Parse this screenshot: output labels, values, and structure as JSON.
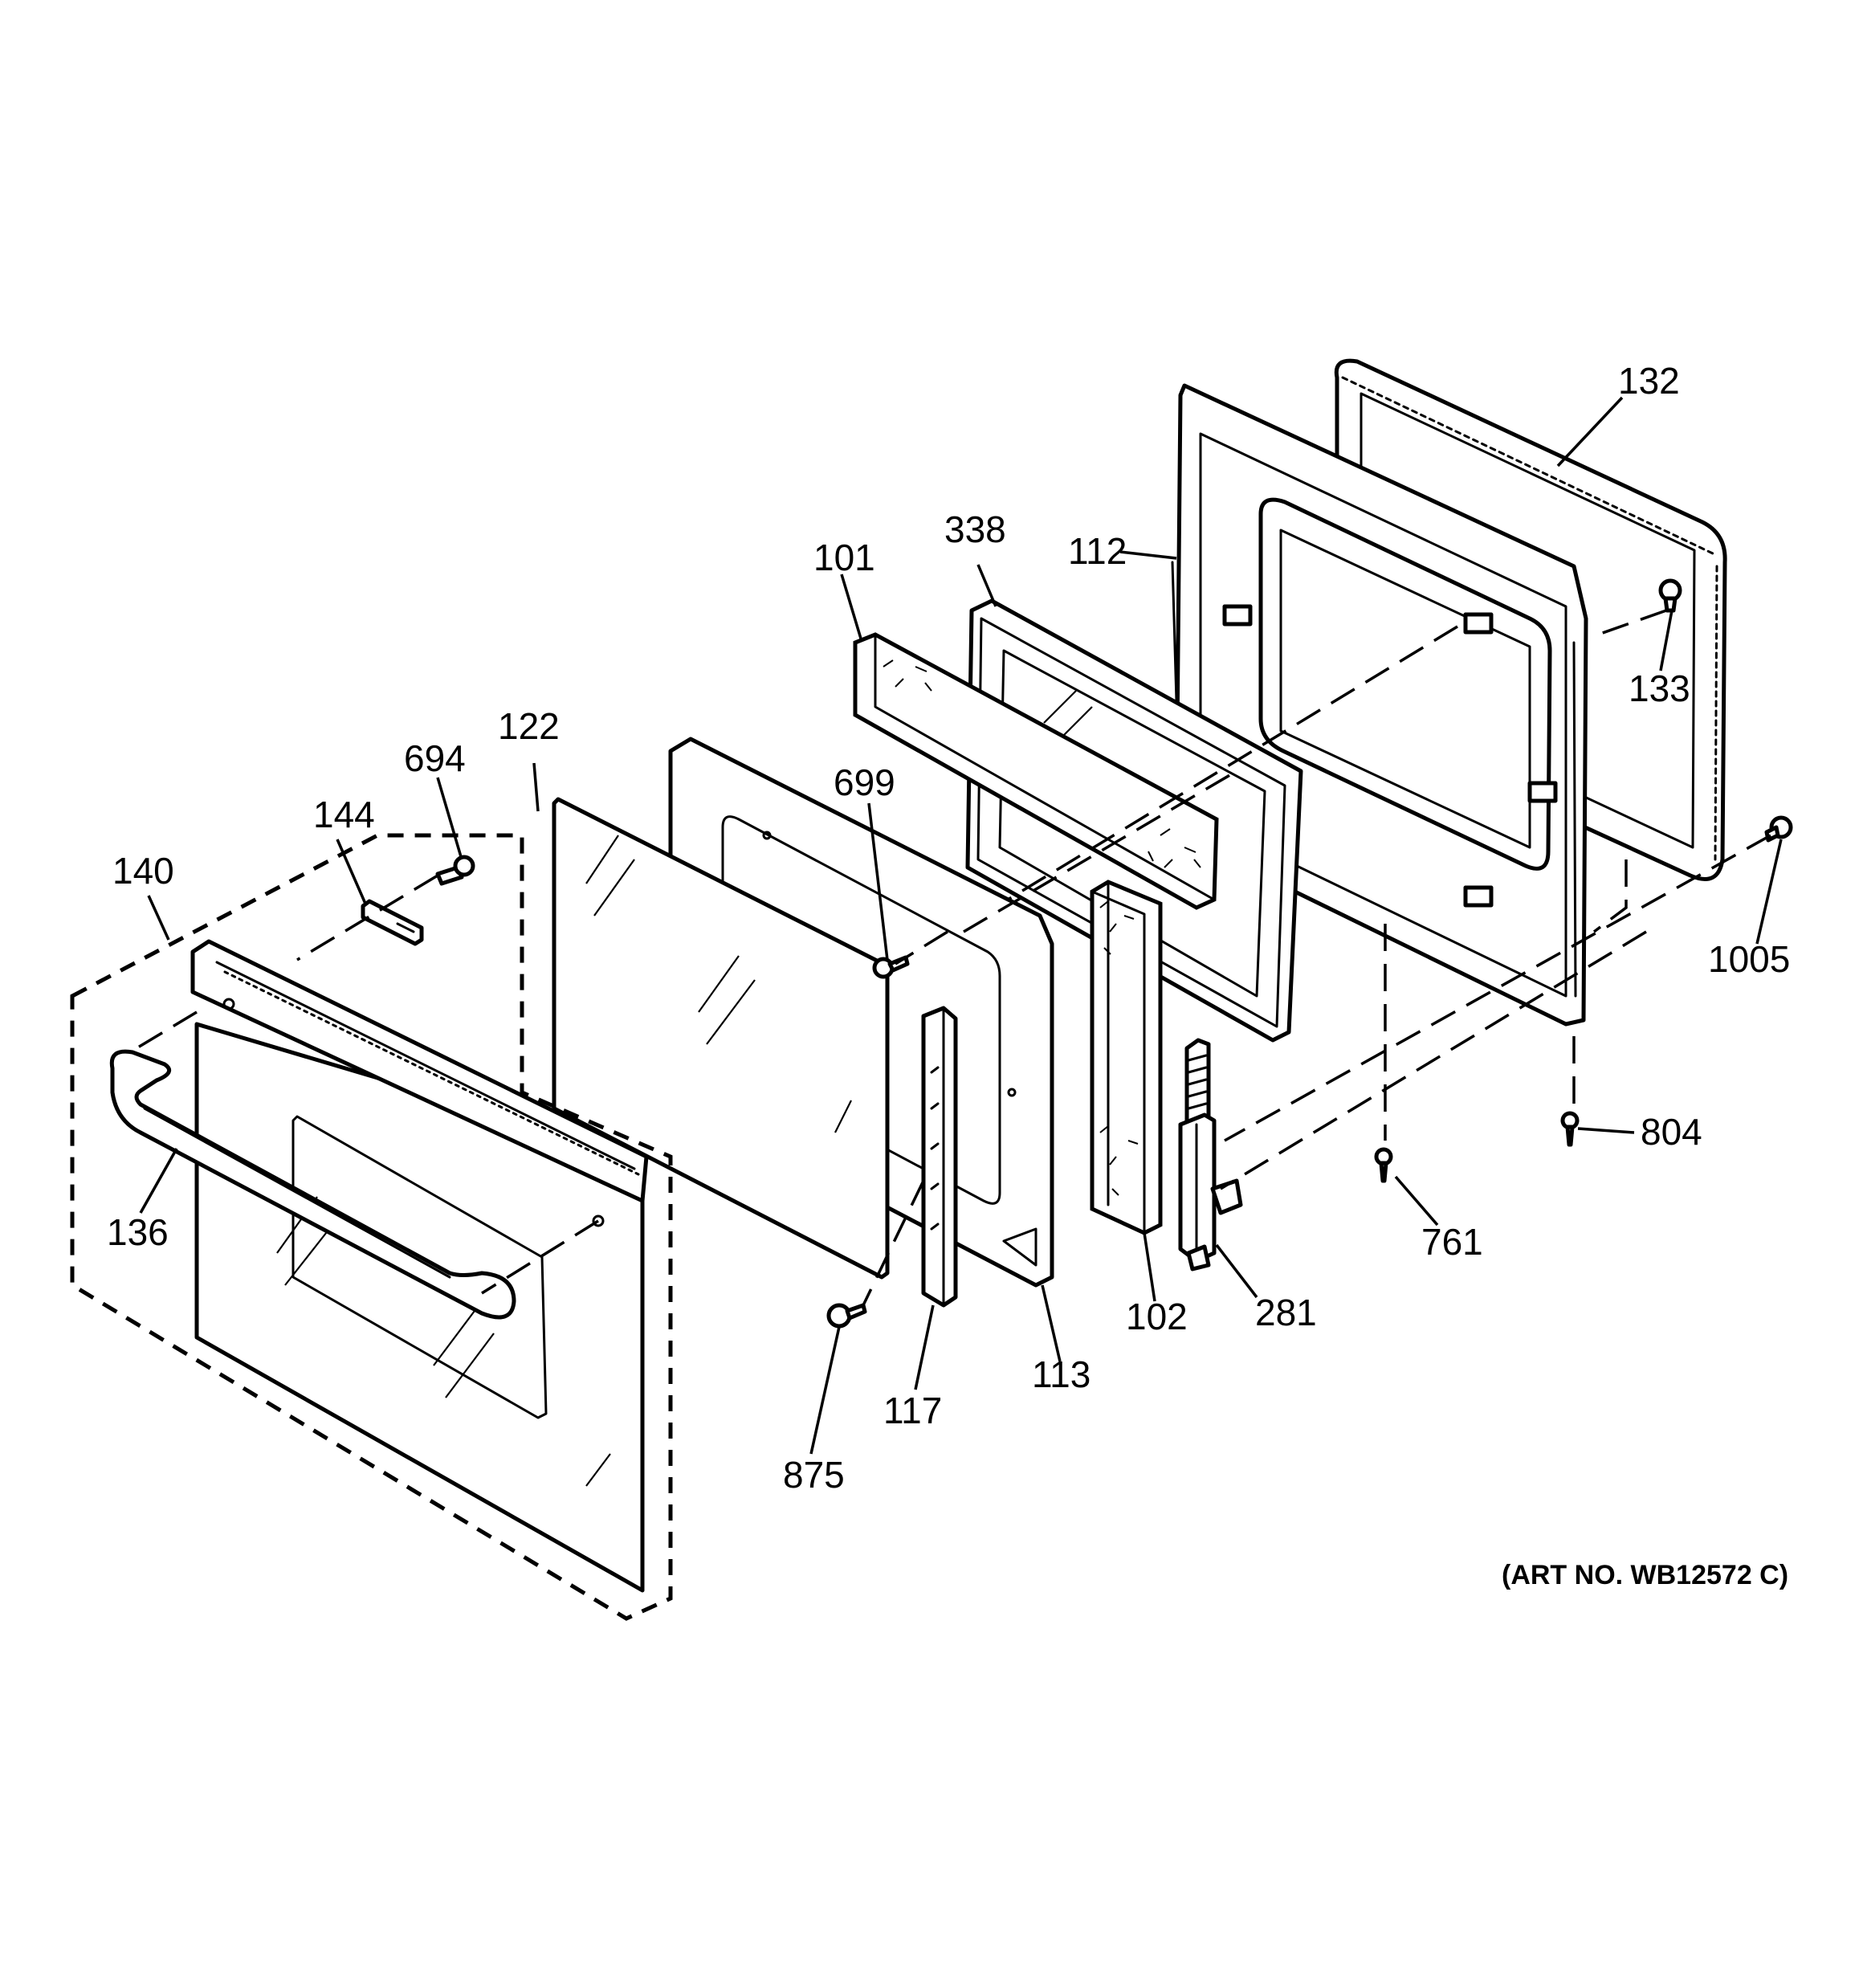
{
  "art_number": "(ART NO. WB12572 C)",
  "callouts": {
    "p101": "101",
    "p102": "102",
    "p112": "112",
    "p113": "113",
    "p117": "117",
    "p122": "122",
    "p132": "132",
    "p133": "133",
    "p136": "136",
    "p140": "140",
    "p144": "144",
    "p281": "281",
    "p338": "338",
    "p694": "694",
    "p699": "699",
    "p761": "761",
    "p804": "804",
    "p875": "875",
    "p1005": "1005"
  }
}
